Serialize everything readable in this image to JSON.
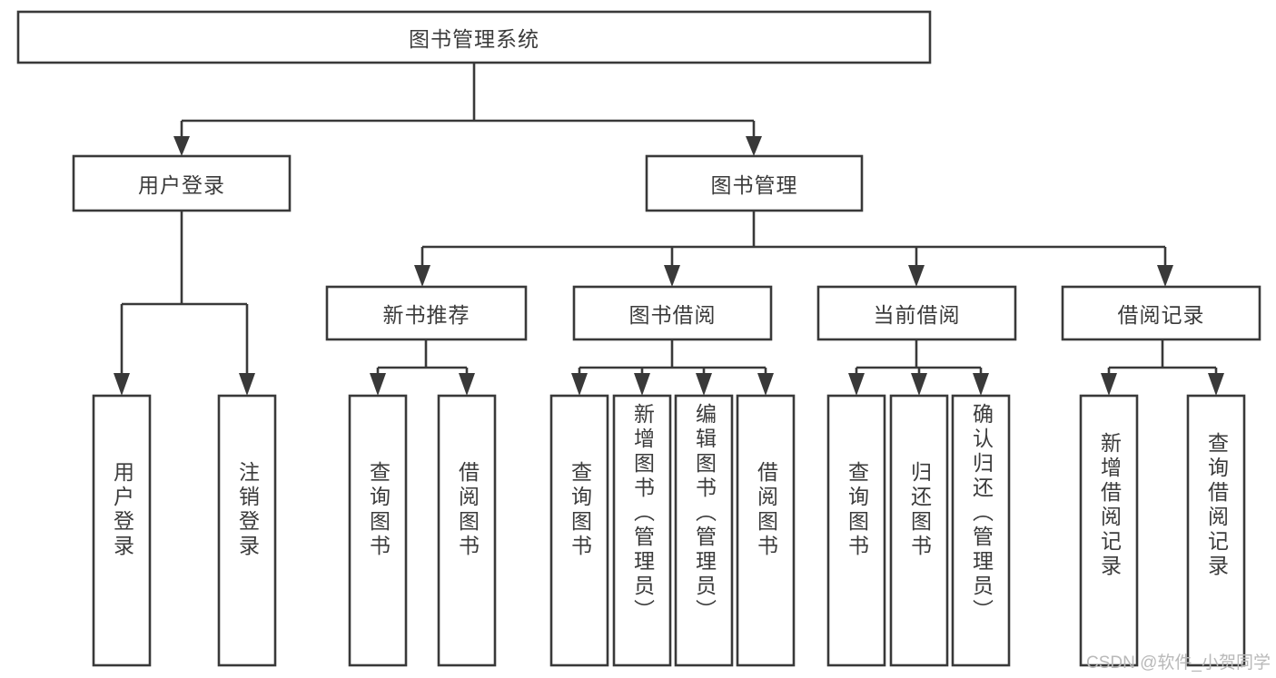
{
  "diagram": {
    "type": "hierarchy-tree",
    "title": "图书管理系统",
    "orientation": "top-down",
    "root": {
      "label": "图书管理系统"
    },
    "level2": [
      {
        "label": "用户登录"
      },
      {
        "label": "图书管理"
      }
    ],
    "level3": [
      {
        "label": "新书推荐"
      },
      {
        "label": "图书借阅"
      },
      {
        "label": "当前借阅"
      },
      {
        "label": "借阅记录"
      }
    ],
    "leaves": {
      "user_login": [
        {
          "label": "用户登录"
        },
        {
          "label": "注销登录"
        }
      ],
      "new_book_recommend": [
        {
          "label": "查询图书"
        },
        {
          "label": "借阅图书"
        }
      ],
      "book_borrow": [
        {
          "label": "查询图书"
        },
        {
          "label": "新增图书（管理员）"
        },
        {
          "label": "编辑图书（管理员）"
        },
        {
          "label": "借阅图书"
        }
      ],
      "current_borrow": [
        {
          "label": "查询图书"
        },
        {
          "label": "归还图书"
        },
        {
          "label": "确认归还（管理员）"
        }
      ],
      "borrow_record": [
        {
          "label": "新增借阅记录"
        },
        {
          "label": "查询借阅记录"
        }
      ]
    }
  },
  "watermark": {
    "text": "CSDN @软件_小贺同学"
  },
  "colors": {
    "box_border": "#393939",
    "box_fill": "#ffffff",
    "text": "#3b3b3b",
    "connector": "#393939",
    "watermark": "#b9b9b9",
    "background": "#ffffff"
  }
}
